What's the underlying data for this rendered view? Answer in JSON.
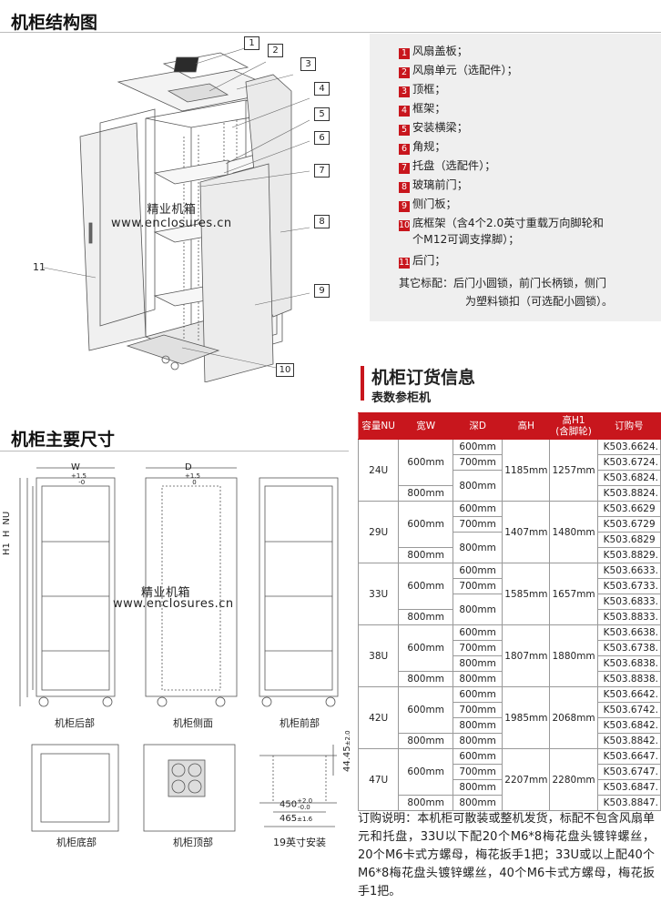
{
  "structure": {
    "title": "机柜结构图",
    "watermark_cn": "精业机箱",
    "watermark_url": "www.enclosures.cn",
    "callouts": [
      "1",
      "2",
      "3",
      "4",
      "5",
      "6",
      "7",
      "8",
      "9",
      "10",
      "11"
    ]
  },
  "parts": [
    {
      "num": "1",
      "text": "风扇盖板；"
    },
    {
      "num": "2",
      "text": "风扇单元（选配件）；"
    },
    {
      "num": "3",
      "text": "顶框；"
    },
    {
      "num": "4",
      "text": "框架；"
    },
    {
      "num": "5",
      "text": "安装横梁；"
    },
    {
      "num": "6",
      "text": "角规；"
    },
    {
      "num": "7",
      "text": "托盘（选配件）；"
    },
    {
      "num": "8",
      "text": "玻璃前门；"
    },
    {
      "num": "9",
      "text": "侧门板；"
    },
    {
      "num": "10",
      "text": "底框架（含4个2.0英寸重载万向脚轮和",
      "cont": "个M12可调支撑脚）；"
    },
    {
      "num": "11",
      "text": "后门；"
    }
  ],
  "misc": {
    "label": "其它标配：",
    "line1": "后门小圆锁，前门长柄锁，侧门",
    "line2": "为塑料锁扣（可选配小圆锁）。"
  },
  "order": {
    "title": "机柜订货信息",
    "subtitle": "表数参柜机",
    "headers": [
      "容量NU",
      "宽W",
      "深D",
      "高H",
      "高H1\n(含脚轮)",
      "订购号"
    ],
    "groups": [
      {
        "nu": "24U",
        "h": "1185mm",
        "h1": "1257mm",
        "rows": [
          {
            "w": "600mm",
            "d": "600mm",
            "sku": "K503.6624."
          },
          {
            "w": "",
            "d": "700mm",
            "sku": "K503.6724."
          },
          {
            "w": "",
            "d": "800mm",
            "sku": "K503.6824."
          },
          {
            "w": "800mm",
            "d": "",
            "sku": "K503.8824."
          }
        ]
      },
      {
        "nu": "29U",
        "h": "1407mm",
        "h1": "1480mm",
        "rows": [
          {
            "w": "600mm",
            "d": "600mm",
            "sku": "K503.6629"
          },
          {
            "w": "",
            "d": "700mm",
            "sku": "K503.6729"
          },
          {
            "w": "",
            "d": "800mm",
            "sku": "K503.6829"
          },
          {
            "w": "800mm",
            "d": "",
            "sku": "K503.8829."
          }
        ]
      },
      {
        "nu": "33U",
        "h": "1585mm",
        "h1": "1657mm",
        "rows": [
          {
            "w": "600mm",
            "d": "600mm",
            "sku": "K503.6633."
          },
          {
            "w": "",
            "d": "700mm",
            "sku": "K503.6733."
          },
          {
            "w": "",
            "d": "800mm",
            "sku": "K503.6833."
          },
          {
            "w": "800mm",
            "d": "",
            "sku": "K503.8833."
          }
        ]
      },
      {
        "nu": "38U",
        "h": "1807mm",
        "h1": "1880mm",
        "rows": [
          {
            "w": "600mm",
            "d": "600mm",
            "sku": "K503.6638."
          },
          {
            "w": "",
            "d": "700mm",
            "sku": "K503.6738."
          },
          {
            "w": "",
            "d": "800mm",
            "sku": "K503.6838."
          },
          {
            "w": "800mm",
            "d": "800mm",
            "sku": "K503.8838."
          }
        ]
      },
      {
        "nu": "42U",
        "h": "1985mm",
        "h1": "2068mm",
        "rows": [
          {
            "w": "600mm",
            "d": "600mm",
            "sku": "K503.6642."
          },
          {
            "w": "",
            "d": "700mm",
            "sku": "K503.6742."
          },
          {
            "w": "",
            "d": "800mm",
            "sku": "K503.6842."
          },
          {
            "w": "800mm",
            "d": "800mm",
            "sku": "K503.8842."
          }
        ]
      },
      {
        "nu": "47U",
        "h": "2207mm",
        "h1": "2280mm",
        "rows": [
          {
            "w": "600mm",
            "d": "600mm",
            "sku": "K503.6647."
          },
          {
            "w": "",
            "d": "700mm",
            "sku": "K503.6747."
          },
          {
            "w": "",
            "d": "800mm",
            "sku": "K503.6847."
          },
          {
            "w": "800mm",
            "d": "800mm",
            "sku": "K503.8847."
          }
        ]
      }
    ]
  },
  "note": "订购说明：本机柜可散装或整机发货，标配不包含风扇单元和托盘，33U以下配20个M6*8梅花盘头镀锌螺丝，20个M6卡式方螺母，梅花扳手1把；33U或以上配40个M6*8梅花盘头镀锌螺丝，40个M6卡式方螺母，梅花扳手1把。",
  "dimensions": {
    "title": "机柜主要尺寸",
    "width_label": "W",
    "width_tol_plus": "+1.5",
    "width_tol_minus": "-0",
    "depth_label": "D",
    "depth_tol_plus": "+1.5",
    "depth_tol_minus": "0",
    "height_labels": [
      "H1",
      "H",
      "NU"
    ],
    "rack_dim_1": "44.45",
    "rack_dim_1_tol": "±2.0",
    "rack_dim_2": "450",
    "rack_dim_2_tol_plus": "+2.0",
    "rack_dim_2_tol_minus": "-0.0",
    "rack_dim_3": "465",
    "rack_dim_3_tol": "±1.6",
    "captions": [
      "机柜后部",
      "机柜侧面",
      "机柜前部",
      "机柜底部",
      "机柜顶部",
      "19英寸安装"
    ]
  }
}
